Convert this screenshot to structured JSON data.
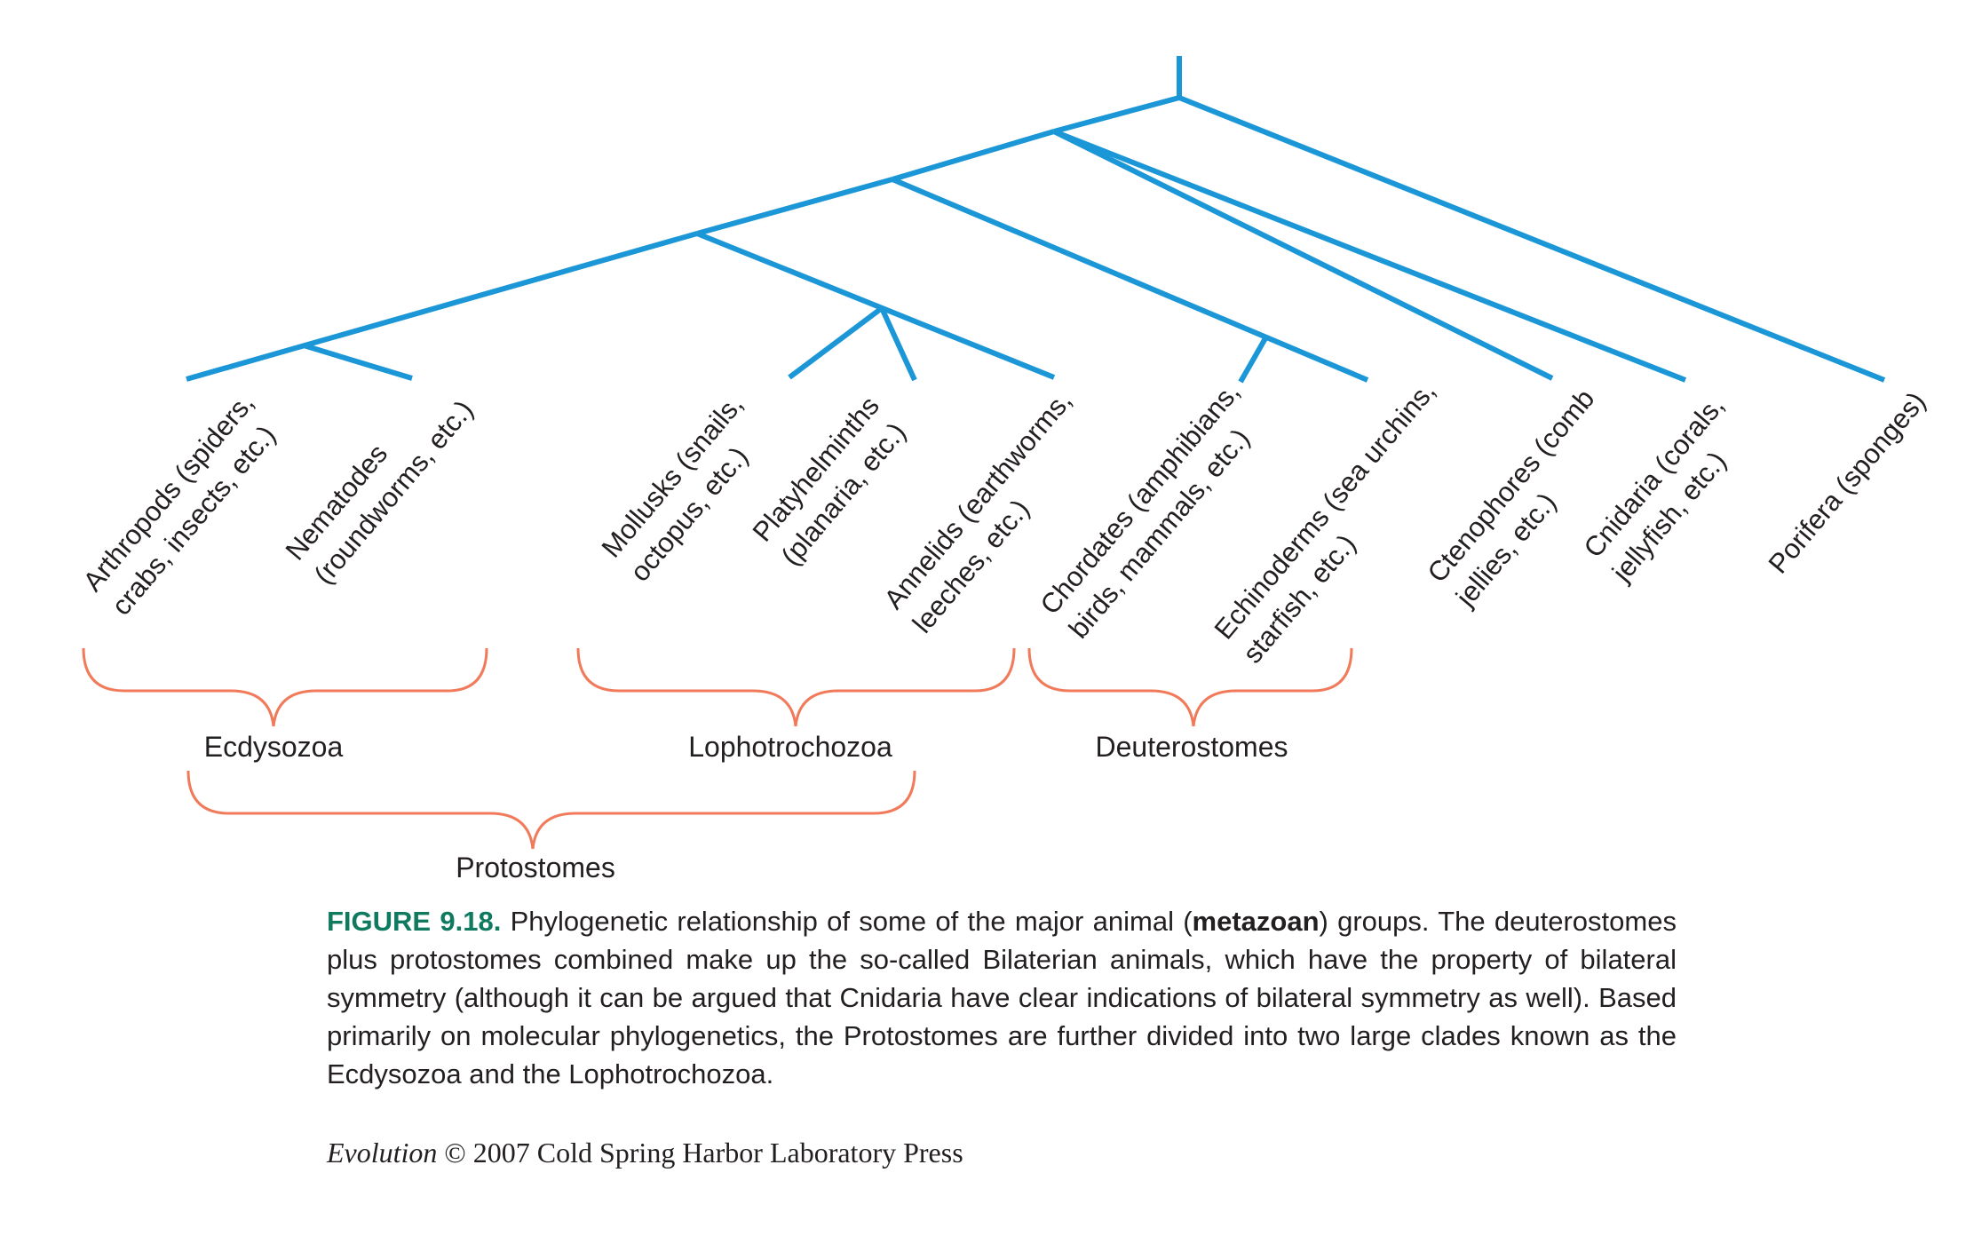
{
  "taxa": [
    {
      "lines": [
        "Arthropods (spiders,",
        "crabs, insects, etc.)"
      ]
    },
    {
      "lines": [
        "Nematodes",
        "(roundworms, etc.)"
      ]
    },
    {
      "lines": [
        "Mollusks (snails,",
        "octopus, etc.)"
      ]
    },
    {
      "lines": [
        "Platyhelminths",
        "(planaria, etc.)"
      ]
    },
    {
      "lines": [
        "Annelids (earthworms,",
        "leeches, etc.)"
      ]
    },
    {
      "lines": [
        "Chordates (amphibians,",
        "birds, mammals, etc.)"
      ]
    },
    {
      "lines": [
        "Echinoderms (sea urchins,",
        "starfish, etc.)"
      ]
    },
    {
      "lines": [
        "Ctenophores (comb",
        "jellies, etc.)"
      ]
    },
    {
      "lines": [
        "Cnidaria (corals,",
        "jellyfish, etc.)"
      ]
    },
    {
      "lines": [
        "Porifera (sponges)"
      ]
    }
  ],
  "groups": {
    "ecdysozoa": "Ecdysozoa",
    "lophotrochozoa": "Lophotrochozoa",
    "deuterostomes": "Deuterostomes",
    "protostomes": "Protostomes"
  },
  "caption": {
    "figure_number": "FIGURE 9.18.",
    "text_before_bold": " Phylogenetic relationship of some of the major animal (",
    "bold_term": "metazoan",
    "text_after_bold": ") groups. The deuterostomes plus protostomes combined make up the so-called Bilaterian animals, which have the property of bilateral symmetry (although it can be argued that Cnidaria have clear indications of bilateral symmetry as well). Based primarily on molecular phylogenetics, the Protostomes are further divided into two large clades known as the Ecdysozoa and the Lophotrochozoa."
  },
  "credit": {
    "title": "Evolution",
    "text": " © 2007 Cold Spring Harbor Laboratory Press"
  },
  "colors": {
    "branch": "#1b96d6",
    "brace": "#f07a5a",
    "figure_number": "#0f7a5f",
    "text": "#231f20"
  }
}
